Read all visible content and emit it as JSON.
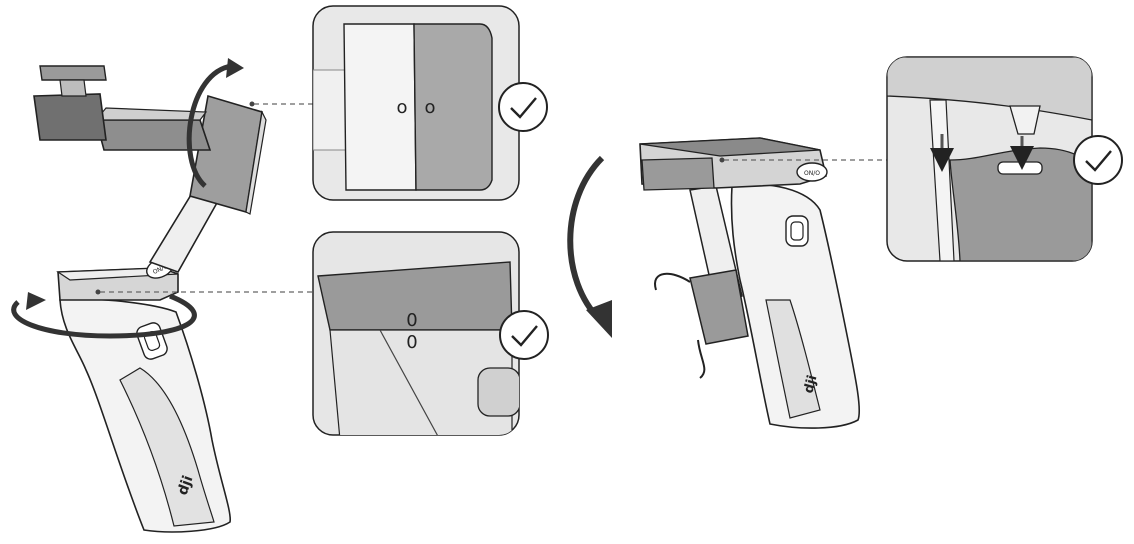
{
  "figure": {
    "panels": [
      {
        "id": "unfolded",
        "description_icons": [
          "gimbal",
          "rotate-arrows",
          "zoom-callouts"
        ]
      },
      {
        "id": "folded",
        "description_icons": [
          "gimbal-folded",
          "fold-arrow",
          "zoom-callout"
        ]
      }
    ],
    "callouts": [
      {
        "id": "top-detail",
        "marks": [
          "o",
          "o"
        ],
        "status_icon": "check-icon"
      },
      {
        "id": "bottom-detail",
        "marks": [
          "0",
          "0"
        ],
        "status_icon": "check-icon"
      },
      {
        "id": "folded-detail",
        "status_icon": "check-icon"
      }
    ],
    "logo_text": "dji",
    "button_text": "ON/O",
    "colors": {
      "outline": "#222222",
      "body_light": "#f2f2f2",
      "body_mid": "#d9d9d9",
      "body_dark": "#8f8f8f",
      "panel_bg": "#e9e9e9",
      "panel_dark": "#9a9a9a",
      "check": "#222222"
    }
  }
}
